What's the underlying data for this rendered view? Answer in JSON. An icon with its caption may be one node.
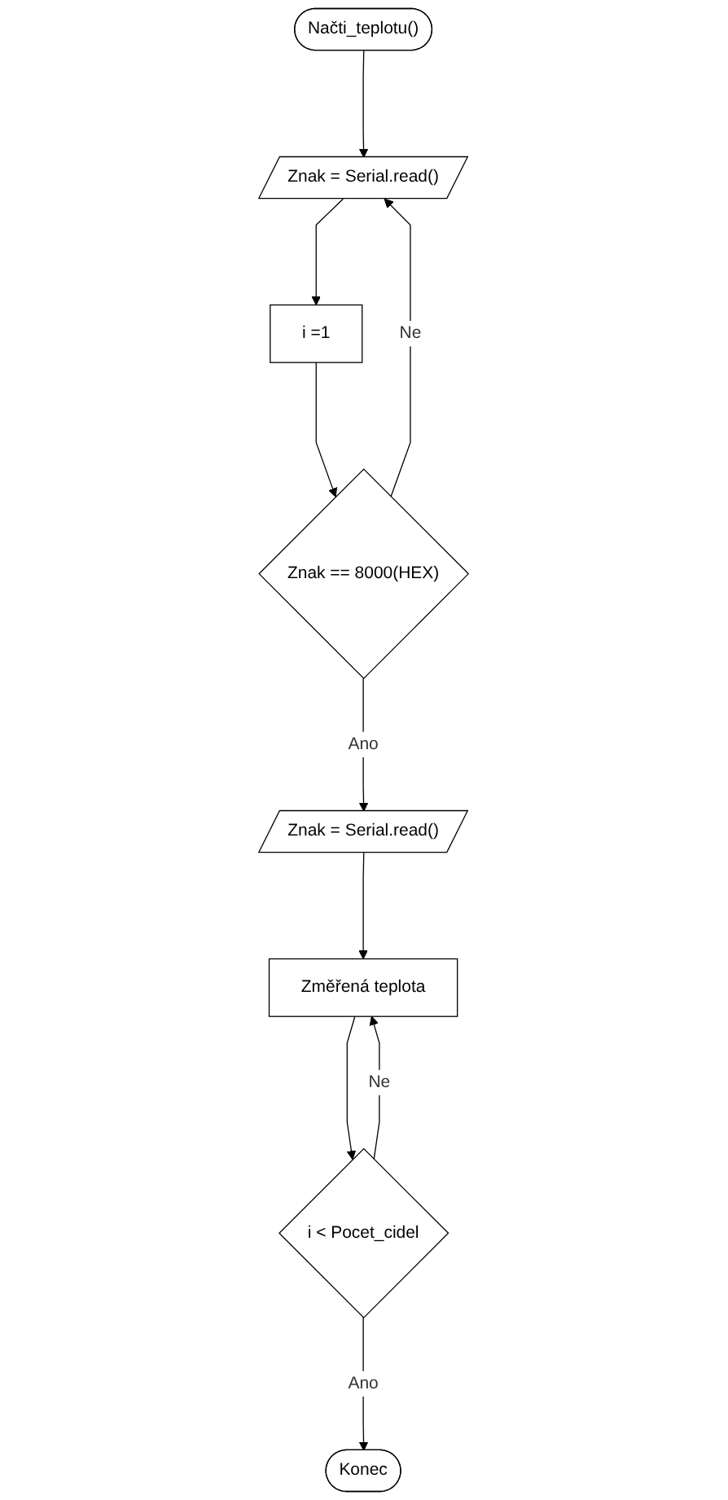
{
  "diagram": {
    "nodes": [
      {
        "text": [
          "Načti_teplotu()"
        ]
      },
      {
        "text": [
          "Znak = Serial.read()"
        ]
      },
      {
        "text": [
          "i =1"
        ]
      },
      {
        "text": [
          "Znak == 8000(HEX)"
        ]
      },
      {
        "text": [
          "Znak = Serial.read()"
        ]
      },
      {
        "text": [
          "Změřená teplota"
        ]
      },
      {
        "text": [
          "i < Pocet_cidel"
        ]
      },
      {
        "text": [
          "Konec"
        ]
      }
    ],
    "edges": [
      {
        "from": 0,
        "to": 1,
        "arrow": "to"
      },
      {
        "from": 1,
        "to": 2,
        "arrow": "to"
      },
      {
        "from": 2,
        "to": 3,
        "arrow": "to"
      },
      {
        "from": 3,
        "to": 1,
        "arrow": "to",
        "label": "Ne"
      },
      {
        "from": 3,
        "to": 4,
        "arrow": "to",
        "label": "Ano"
      },
      {
        "from": 4,
        "to": 5,
        "arrow": "to"
      },
      {
        "from": 5,
        "to": 6,
        "arrow": "to"
      },
      {
        "from": 6,
        "to": 5,
        "arrow": "to",
        "label": "Ne"
      },
      {
        "from": 6,
        "to": 7,
        "arrow": "to",
        "label": "Ano"
      }
    ]
  }
}
